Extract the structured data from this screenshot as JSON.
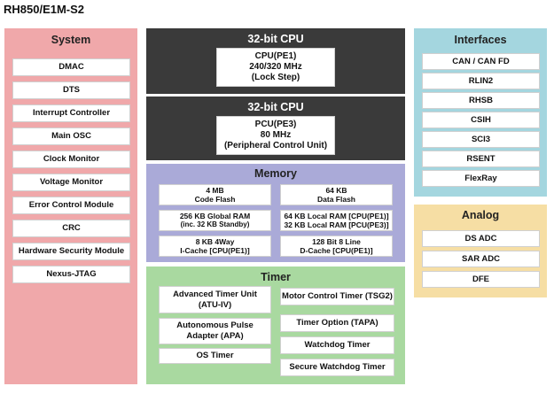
{
  "title": "RH850/E1M-S2",
  "system": {
    "title": "System",
    "items": [
      "DMAC",
      "DTS",
      "Interrupt Controller",
      "Main OSC",
      "Clock Monitor",
      "Voltage Monitor",
      "Error Control Module",
      "CRC",
      "Hardware Security Module",
      "Nexus-JTAG"
    ]
  },
  "cpu1": {
    "title": "32-bit CPU",
    "lines": [
      "CPU(PE1)",
      "240/320 MHz",
      "(Lock Step)"
    ]
  },
  "cpu2": {
    "title": "32-bit CPU",
    "lines": [
      "PCU(PE3)",
      "80 MHz",
      "(Peripheral Control Unit)"
    ]
  },
  "memory": {
    "title": "Memory",
    "cells": [
      [
        "4 MB",
        "Code Flash"
      ],
      [
        "64 KB",
        "Data Flash"
      ],
      [
        "256 KB Global RAM",
        "(inc. 32 KB Standby)"
      ],
      [
        "64 KB Local RAM [CPU(PE1)]",
        "32 KB Local RAM [PCU(PE3)]"
      ],
      [
        "8 KB 4Way",
        "I-Cache [CPU(PE1)]"
      ],
      [
        "128 Bit 8 Line",
        "D-Cache [CPU(PE1)]"
      ]
    ]
  },
  "timer": {
    "title": "Timer",
    "left": [
      [
        "Advanced Timer Unit",
        "(ATU-IV)"
      ],
      [
        "Autonomous Pulse",
        "Adapter (APA)"
      ],
      [
        "OS Timer"
      ]
    ],
    "right": [
      "Motor Control Timer (TSG2)",
      "Timer Option (TAPA)",
      "Watchdog Timer",
      "Secure Watchdog Timer"
    ]
  },
  "interfaces": {
    "title": "Interfaces",
    "items": [
      "CAN / CAN FD",
      "RLIN2",
      "RHSB",
      "CSIH",
      "SCI3",
      "RSENT",
      "FlexRay"
    ]
  },
  "analog": {
    "title": "Analog",
    "items": [
      "DS ADC",
      "SAR ADC",
      "DFE"
    ]
  }
}
